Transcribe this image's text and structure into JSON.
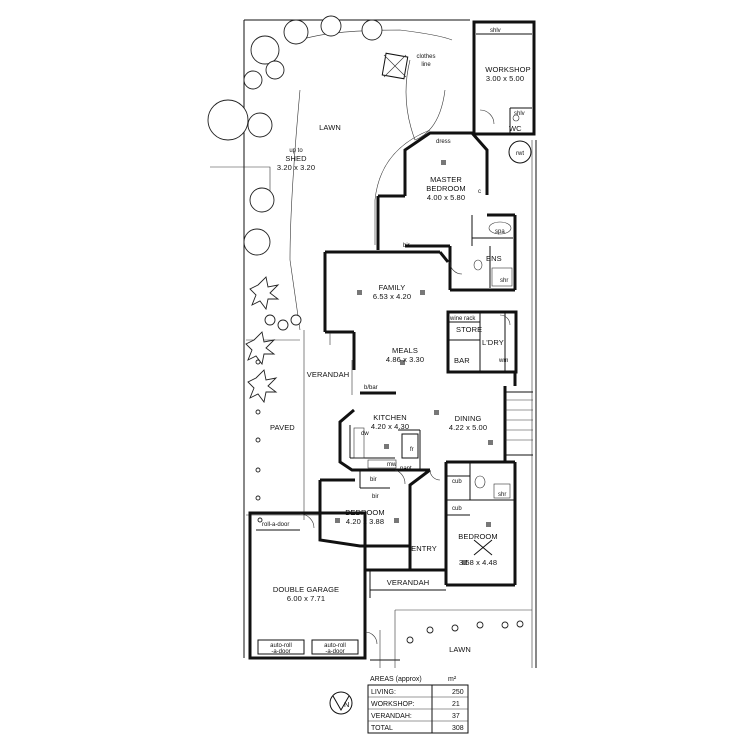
{
  "rooms": {
    "workshop": {
      "name": "WORKSHOP",
      "dims": "3.00 x 5.00"
    },
    "wc": "WC",
    "shlv_top": "shlv",
    "shlv_bottom": "shlv",
    "rwt": "rwt",
    "clothes_line": [
      "clothes",
      "line"
    ],
    "lawn_top": "LAWN",
    "shed": [
      "up to",
      "SHED",
      "3.20 x 3.20"
    ],
    "dress": "dress",
    "master": {
      "name": "MASTER",
      "name2": "BEDROOM",
      "dims": "4.00 x 5.80"
    },
    "robe_c": "c",
    "spa": "spa",
    "ens": "ENS",
    "shr": "shr",
    "bir": "bir",
    "family": {
      "name": "FAMILY",
      "dims": "6.53 x 4.20"
    },
    "wine_rack": "wine rack",
    "store": "STORE",
    "ldry": "L'DRY",
    "wm": "wm",
    "bar": "BAR",
    "meals": {
      "name": "MEALS",
      "dims": "4.86 x 3.30"
    },
    "verandah_side": "VERANDAH",
    "b_bar": "b/bar",
    "paved": "PAVED",
    "kitchen": {
      "name": "KITCHEN",
      "dims": "4.20 x 4.30"
    },
    "dw": "dw",
    "fr": "fr",
    "mw": "mw",
    "pant": "pant",
    "dining": {
      "name": "DINING",
      "dims": "4.22 x 5.00"
    },
    "cub": "cub",
    "bedroom_left": {
      "name": "BEDROOM",
      "dims": "4.20 x 3.88"
    },
    "bedroom_right": {
      "name": "BEDROOM",
      "dims": "3.58 x 4.48"
    },
    "entry": "ENTRY",
    "verandah_front": "VERANDAH",
    "roll_a_door": "roll-a-door",
    "garage": {
      "name": "DOUBLE GARAGE",
      "dims": "6.00 x 7.71"
    },
    "auto_roll": [
      "auto-roll",
      "-a-door"
    ],
    "lawn_front": "LAWN"
  },
  "areas": {
    "title": "AREAS (approx)",
    "unit": "m²",
    "rows": [
      {
        "label": "LIVING:",
        "value": "250"
      },
      {
        "label": "WORKSHOP:",
        "value": "21"
      },
      {
        "label": "VERANDAH:",
        "value": "37"
      },
      {
        "label": "TOTAL",
        "value": "308"
      }
    ]
  },
  "north": "N"
}
